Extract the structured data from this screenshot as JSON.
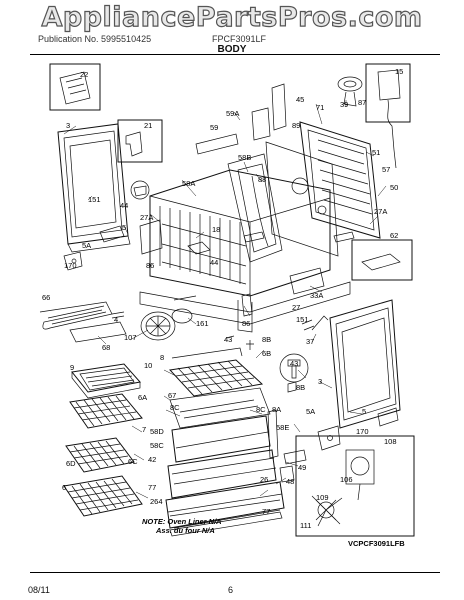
{
  "header": {
    "watermark": "AppliancePartsPros.com",
    "publication_text": "Publication No. 5995510425",
    "model_text": "FPCF3091LF",
    "section_title": "BODY"
  },
  "footer": {
    "date": "08/11",
    "page": "6"
  },
  "diagram": {
    "note_line1": "NOTE: Oven Liner N/A",
    "note_line2": "Ass. du four N/A",
    "diagram_code": "VCPCF3091LFB",
    "callouts": {
      "c22": "22",
      "c3a": "3",
      "c21": "21",
      "c151a": "151",
      "c44": "44",
      "c27a": "27A",
      "c5": "5",
      "c5a": "5A",
      "c170a": "170",
      "c86a": "86",
      "c58a": "58A",
      "c18": "18",
      "c44b": "44",
      "c59": "59",
      "c59a": "59A",
      "c58b": "58B",
      "c88": "88",
      "c45": "45",
      "c71": "71",
      "c39": "39",
      "c87": "87",
      "c15": "15",
      "c89": "89",
      "c51": "51",
      "c57": "57",
      "c50": "50",
      "c27b": "27A",
      "c62": "62",
      "c33a": "33A",
      "c27": "27",
      "c86b": "86",
      "c66": "66",
      "c4": "4",
      "c68": "68",
      "c107": "107",
      "c161": "161",
      "c43": "43",
      "c8b": "8B",
      "c8": "8",
      "c6b": "6B",
      "c151b": "151",
      "c37": "37",
      "c43b": "43",
      "c8bb": "8B",
      "c3b": "3",
      "c9": "9",
      "c10": "10",
      "c6a": "6A",
      "c7": "7",
      "c67": "67",
      "c8c": "8C",
      "c8cb": "8C",
      "c8a": "8A",
      "c5ab": "5A",
      "c58e": "58E",
      "c5b": "5",
      "c170b": "170",
      "c58d": "58D",
      "c58c": "58C",
      "c42": "42",
      "c6d": "6D",
      "c6c": "6C",
      "c49": "49",
      "c108": "108",
      "c48": "48",
      "c26": "26",
      "c106": "106",
      "c6": "6",
      "c77a": "77",
      "c264": "264",
      "c77b": "77",
      "c109": "109",
      "c111": "111"
    }
  }
}
